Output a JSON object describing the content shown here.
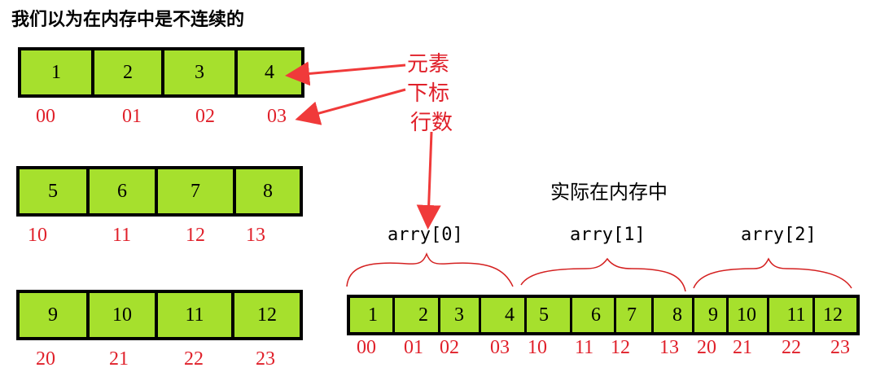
{
  "title": "我们以为在内存中是不连续的",
  "memory_title": "实际在内存中",
  "labels": {
    "element": "元素",
    "index": "下标",
    "row_count": "行数"
  },
  "rows": [
    {
      "values": [
        "1",
        "2",
        "3",
        "4"
      ],
      "indices": [
        "00",
        "01",
        "02",
        "03"
      ]
    },
    {
      "values": [
        "5",
        "6",
        "7",
        "8"
      ],
      "indices": [
        "10",
        "11",
        "12",
        "13"
      ]
    },
    {
      "values": [
        "9",
        "10",
        "11",
        "12"
      ],
      "indices": [
        "20",
        "21",
        "22",
        "23"
      ]
    }
  ],
  "memory": {
    "values": [
      "1",
      "2",
      "3",
      "4",
      "5",
      "6",
      "7",
      "8",
      "9",
      "10",
      "11",
      "12"
    ],
    "indices": [
      "00",
      "01",
      "02",
      "03",
      "10",
      "11",
      "12",
      "13",
      "20",
      "21",
      "22",
      "23"
    ],
    "groups": [
      "arry[0]",
      "arry[1]",
      "arry[2]"
    ]
  },
  "colors": {
    "cell_fill": "#a6e02d",
    "annotation": "#e0202a",
    "arrow": "#f03a3a"
  }
}
